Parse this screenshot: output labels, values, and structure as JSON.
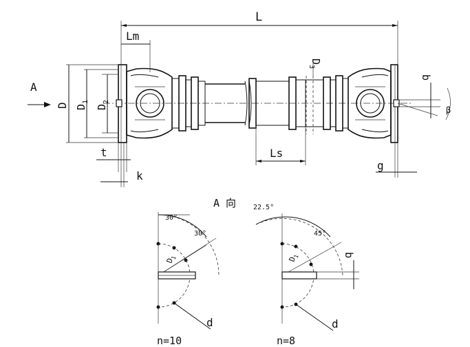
{
  "labels": {
    "L": "L",
    "Lm": "Lm",
    "A": "A",
    "D": "D",
    "D1": "D",
    "D1_sub": "1",
    "D2": "D",
    "D2_sub": "2",
    "D3": "D",
    "D3_sub": "3",
    "Ls": "Ls",
    "t": "t",
    "k": "k",
    "g": "g",
    "b": "b",
    "beta": "β"
  },
  "view": {
    "title": "A 向"
  },
  "left_view": {
    "angle1": "30°",
    "angle2": "30°",
    "D1": "D",
    "D1_sub": "1",
    "d": "d",
    "n": "n=10"
  },
  "right_view": {
    "angle1": "22.5°",
    "angle2": "45°",
    "D1": "D",
    "D1_sub": "1",
    "b": "b",
    "d": "d",
    "n": "n=8"
  }
}
